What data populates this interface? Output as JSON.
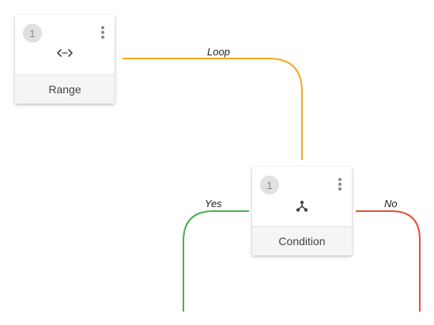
{
  "nodes": {
    "range": {
      "index": "1",
      "label": "Range",
      "icon": "code-range-icon"
    },
    "condition": {
      "index": "1",
      "label": "Condition",
      "icon": "branch-icon"
    }
  },
  "edges": {
    "loop": {
      "label": "Loop",
      "color": "#f5a623"
    },
    "yes": {
      "label": "Yes",
      "color": "#4caf50"
    },
    "no": {
      "label": "No",
      "color": "#e74c3c"
    }
  }
}
